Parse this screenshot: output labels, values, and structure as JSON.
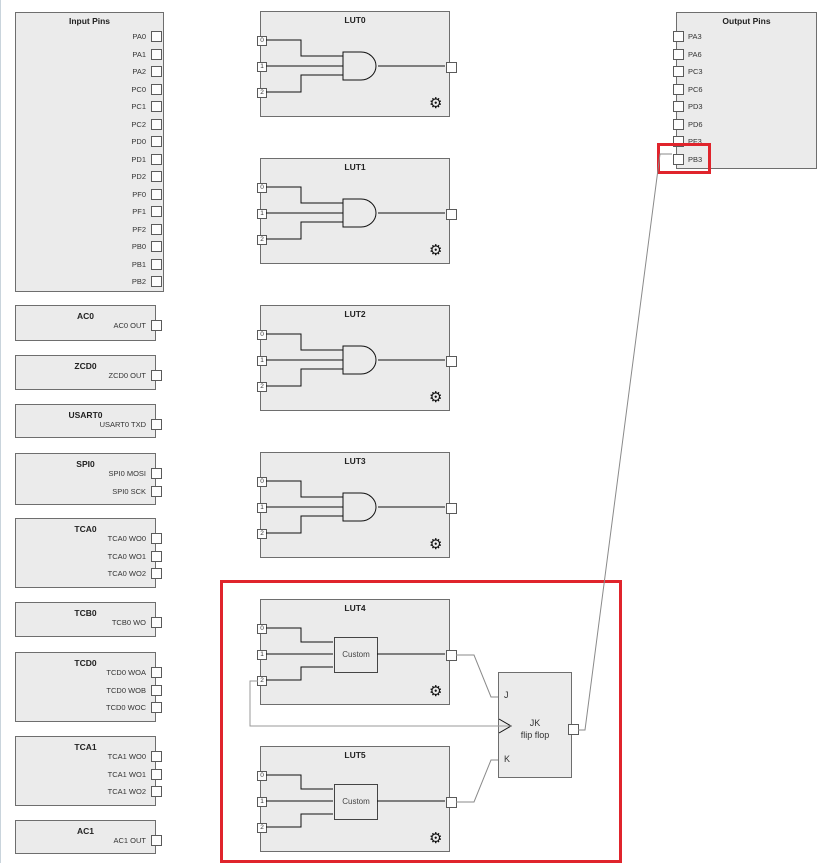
{
  "input_pins": {
    "title": "Input Pins",
    "pins": [
      "PA0",
      "PA1",
      "PA2",
      "PC0",
      "PC1",
      "PC2",
      "PD0",
      "PD1",
      "PD2",
      "PF0",
      "PF1",
      "PF2",
      "PB0",
      "PB1",
      "PB2"
    ]
  },
  "peripherals": [
    {
      "id": "ac0",
      "title": "AC0",
      "outputs": [
        "AC0 OUT"
      ]
    },
    {
      "id": "zcd0",
      "title": "ZCD0",
      "outputs": [
        "ZCD0 OUT"
      ]
    },
    {
      "id": "usart0",
      "title": "USART0",
      "outputs": [
        "USART0 TXD"
      ]
    },
    {
      "id": "spi0",
      "title": "SPI0",
      "outputs": [
        "SPI0 MOSI",
        "SPI0 SCK"
      ]
    },
    {
      "id": "tca0",
      "title": "TCA0",
      "outputs": [
        "TCA0 WO0",
        "TCA0 WO1",
        "TCA0 WO2"
      ]
    },
    {
      "id": "tcb0",
      "title": "TCB0",
      "outputs": [
        "TCB0 WO"
      ]
    },
    {
      "id": "tcd0",
      "title": "TCD0",
      "outputs": [
        "TCD0 WOA",
        "TCD0 WOB",
        "TCD0 WOC"
      ]
    },
    {
      "id": "tca1",
      "title": "TCA1",
      "outputs": [
        "TCA1 WO0",
        "TCA1 WO1",
        "TCA1 WO2"
      ]
    },
    {
      "id": "ac1",
      "title": "AC1",
      "outputs": [
        "AC1 OUT"
      ]
    }
  ],
  "luts": [
    {
      "title": "LUT0",
      "inputs": [
        "0",
        "1",
        "2"
      ],
      "gate": "and"
    },
    {
      "title": "LUT1",
      "inputs": [
        "0",
        "1",
        "2"
      ],
      "gate": "and"
    },
    {
      "title": "LUT2",
      "inputs": [
        "0",
        "1",
        "2"
      ],
      "gate": "and"
    },
    {
      "title": "LUT3",
      "inputs": [
        "0",
        "1",
        "2"
      ],
      "gate": "and"
    },
    {
      "title": "LUT4",
      "inputs": [
        "0",
        "1",
        "2"
      ],
      "gate": "custom",
      "gate_label": "Custom"
    },
    {
      "title": "LUT5",
      "inputs": [
        "0",
        "1",
        "2"
      ],
      "gate": "custom",
      "gate_label": "Custom"
    }
  ],
  "flipflop": {
    "line1": "JK",
    "line2": "flip flop",
    "j_label": "J",
    "k_label": "K"
  },
  "output_pins": {
    "title": "Output Pins",
    "pins": [
      "PA3",
      "PA6",
      "PC3",
      "PC6",
      "PD3",
      "PD6",
      "PF3",
      "PB3"
    ],
    "highlighted": "PB3"
  },
  "icons": {
    "settings": "gear-icon"
  },
  "colors": {
    "highlight": "#e0242c",
    "block_fill": "#ebebeb",
    "wire": "#111111",
    "link": "#8a8a8a"
  }
}
